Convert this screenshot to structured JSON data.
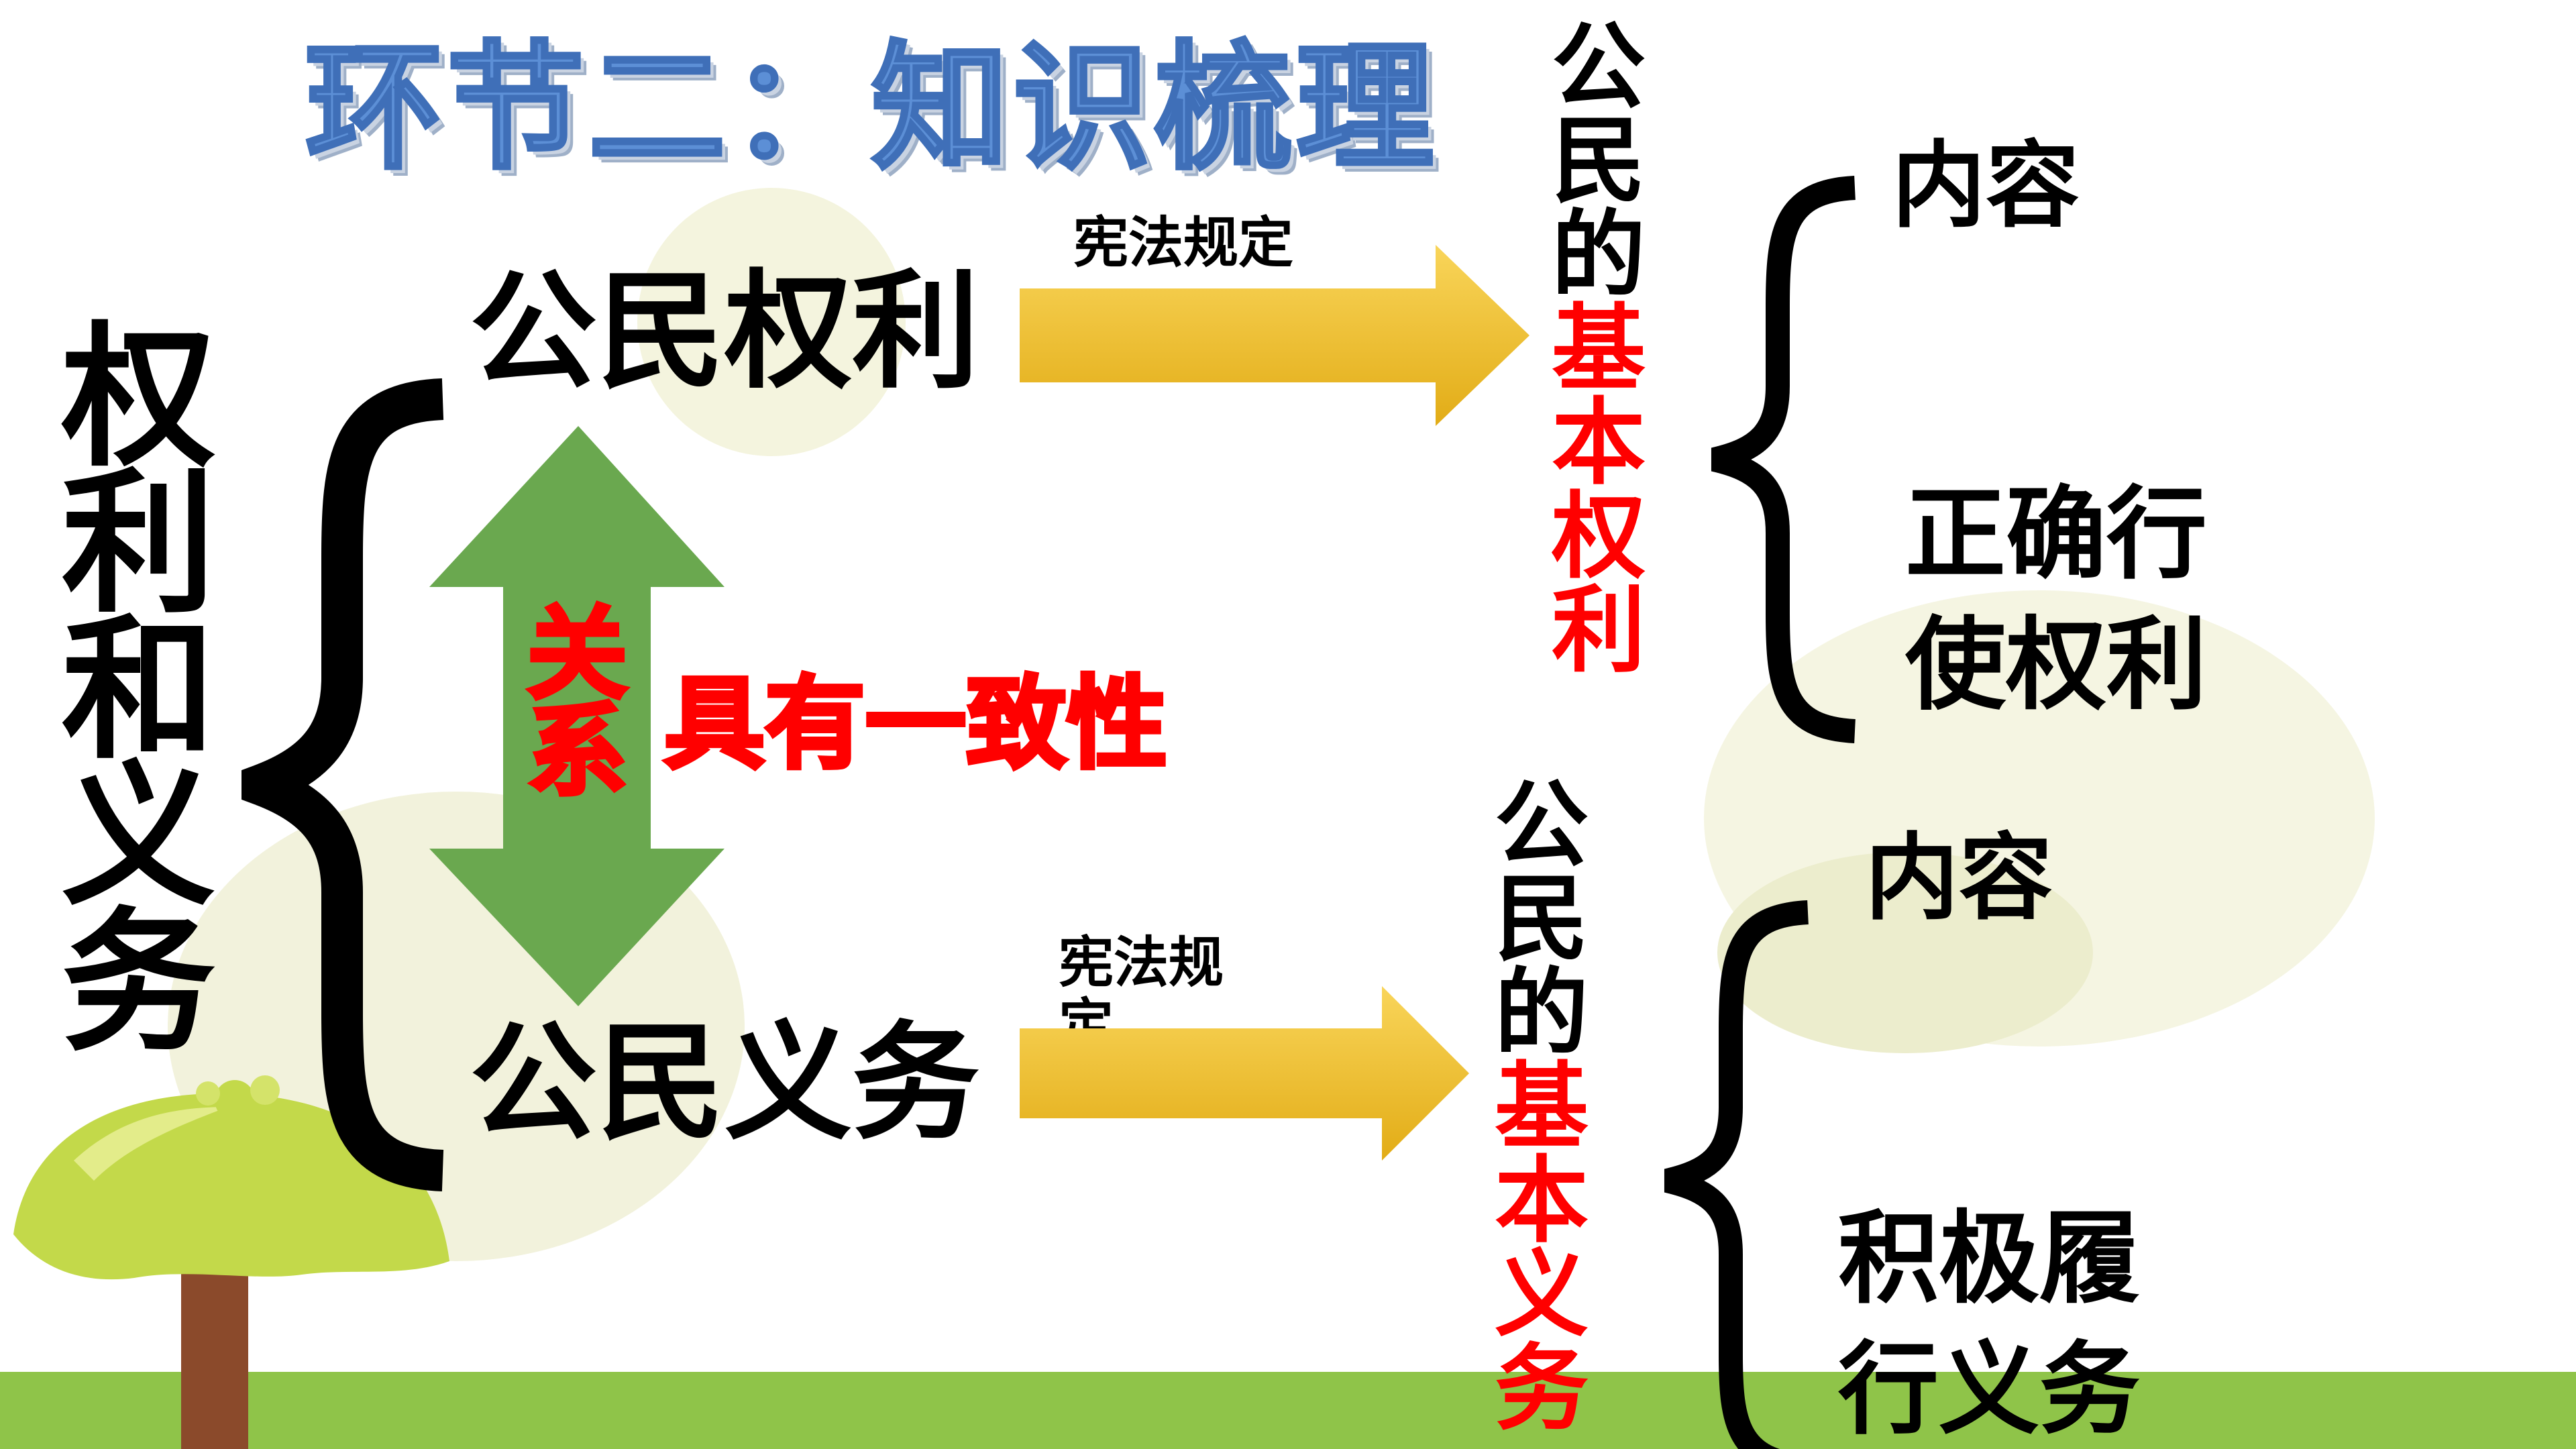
{
  "title": "环节二：知识梳理",
  "left_title": "权利和义务",
  "rights_label": "公民权利",
  "duties_label": "公民义务",
  "relation_label": "关系",
  "consistency_text": "具有一致性",
  "arrow1_caption": "宪法规定",
  "arrow2_caption": "宪法规定",
  "basic_rights": {
    "black": "公民的",
    "red": "基本权利"
  },
  "basic_duties": {
    "black": "公民的",
    "red": "基本义务"
  },
  "rights_items": {
    "content": "内容",
    "exercise": "正确行使权利"
  },
  "duties_items": {
    "content": "内容",
    "perform": "积极履行义务"
  },
  "colors": {
    "title_blue": "#5c8fd6",
    "accent_red": "#ff0000",
    "arrow_green": "#6aa84f",
    "arrow_gold": "#f1bf2a",
    "grass": "#8fc449",
    "canopy": "#c3d94a",
    "trunk": "#8b4a2b",
    "circle": "#f4f4de"
  }
}
